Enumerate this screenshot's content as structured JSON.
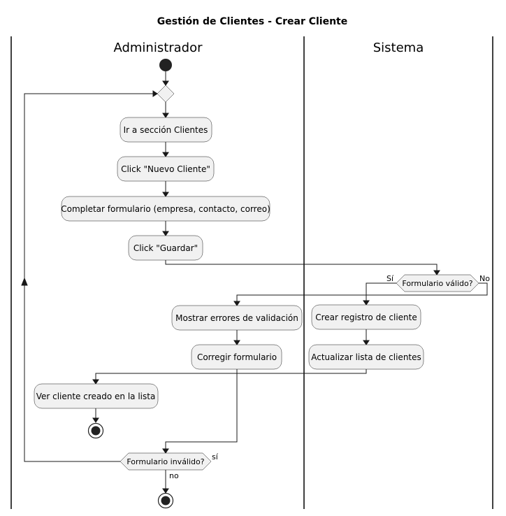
{
  "title": "Gestión de Clientes - Crear Cliente",
  "lanes": {
    "admin": "Administrador",
    "system": "Sistema"
  },
  "activities": {
    "ir_clientes": "Ir a sección Clientes",
    "click_nuevo": "Click \"Nuevo Cliente\"",
    "completar": "Completar formulario (empresa, contacto, correo)",
    "click_guardar": "Click \"Guardar\"",
    "mostrar_errores": "Mostrar errores de validación",
    "corregir": "Corregir formulario",
    "crear_registro": "Crear registro de cliente",
    "actualizar_lista": "Actualizar lista de clientes",
    "ver_cliente": "Ver cliente creado en la lista"
  },
  "decisions": {
    "valido": "Formulario válido?",
    "invalido": "Formulario inválido?"
  },
  "branch_labels": {
    "valido_yes": "Sí",
    "valido_no": "No",
    "invalido_yes": "sí",
    "invalido_no": "no"
  },
  "colors": {
    "activity_fill": "#f1f1f1",
    "line": "#181818",
    "start_node": "#222222"
  }
}
